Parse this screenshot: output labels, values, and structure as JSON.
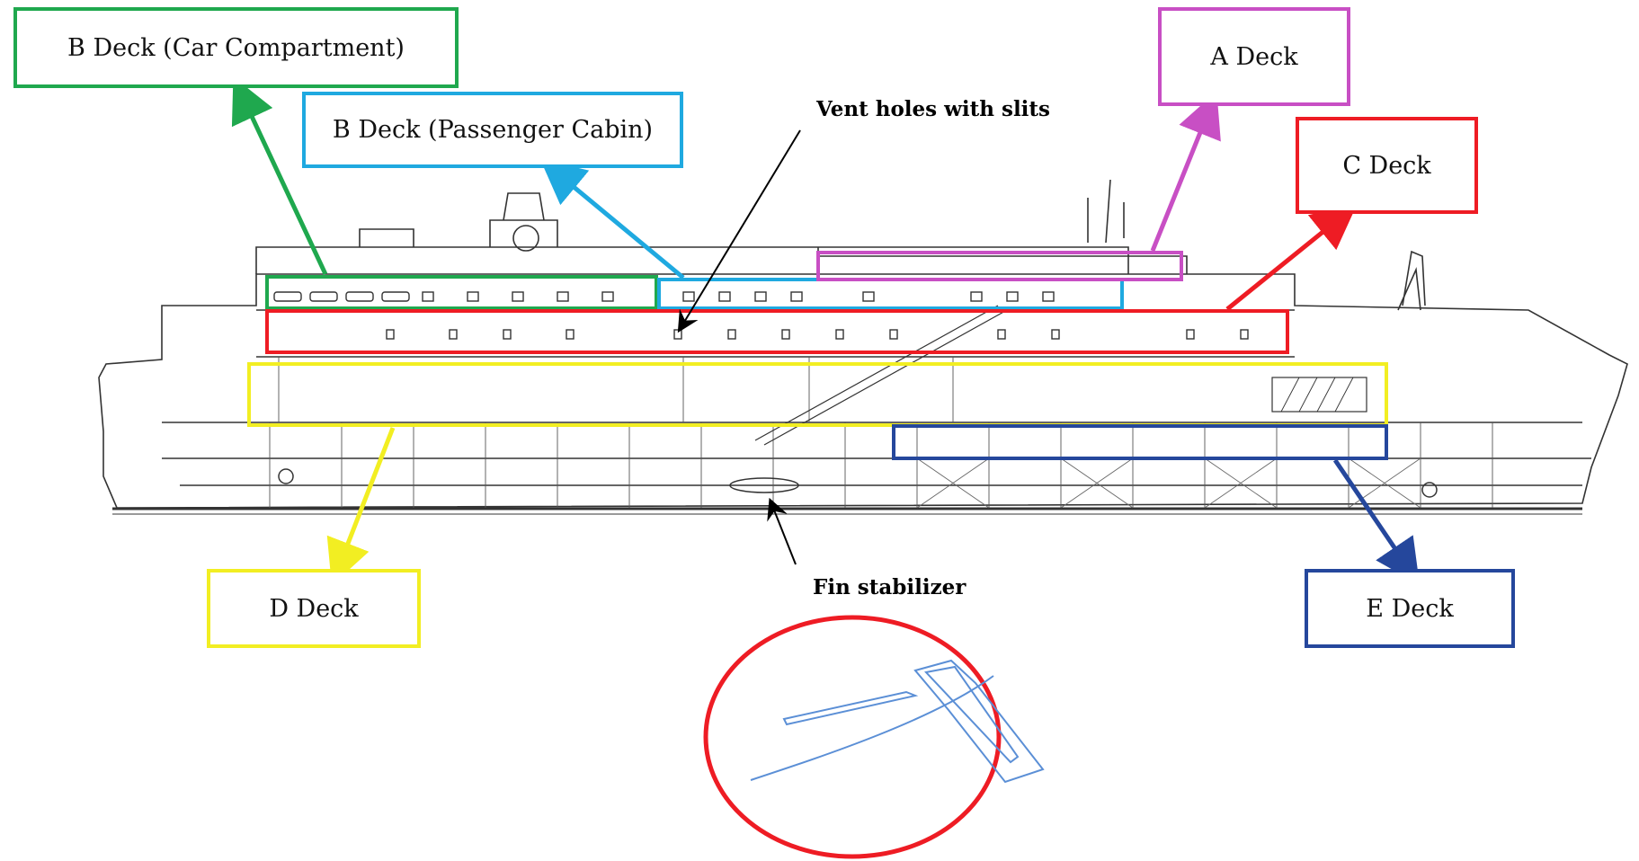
{
  "decks": [
    {
      "id": "b-car",
      "label": "B Deck (Car Compartment)",
      "color": "#1fa84e"
    },
    {
      "id": "b-pass",
      "label": "B Deck (Passenger Cabin)",
      "color": "#1fa9e0"
    },
    {
      "id": "a",
      "label": "A Deck",
      "color": "#c84fc4"
    },
    {
      "id": "c",
      "label": "C Deck",
      "color": "#ee1c24"
    },
    {
      "id": "d",
      "label": "D Deck",
      "color": "#f2ee22"
    },
    {
      "id": "e",
      "label": "E Deck",
      "color": "#25479c"
    }
  ],
  "annotations": {
    "vent": "Vent holes with slits",
    "fin": "Fin stabilizer"
  },
  "inset": {
    "border_color": "#ee1c24",
    "detail_color": "#5b8fd6"
  }
}
